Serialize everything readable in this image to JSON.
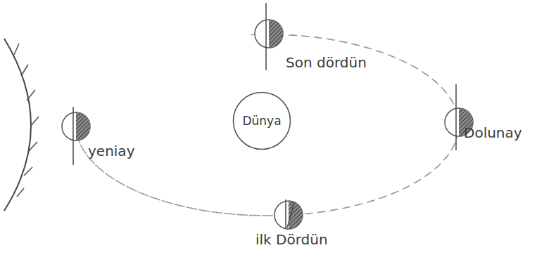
{
  "diagram": {
    "nodes": [
      {
        "text": [
          "Son dördün"
        ]
      },
      {
        "text": [
          "yeniay"
        ]
      },
      {
        "text": [
          "Dünya"
        ]
      },
      {
        "text": [
          "Dolunay"
        ]
      },
      {
        "text": [
          "ilk Dördün"
        ]
      }
    ],
    "edges": [
      {
        "from": 1,
        "to": 4,
        "arrow": "none"
      },
      {
        "from": 4,
        "to": 3,
        "arrow": "none"
      },
      {
        "from": 3,
        "to": 0,
        "arrow": "none"
      },
      {
        "from": 0,
        "to": 1,
        "arrow": "none"
      }
    ]
  }
}
